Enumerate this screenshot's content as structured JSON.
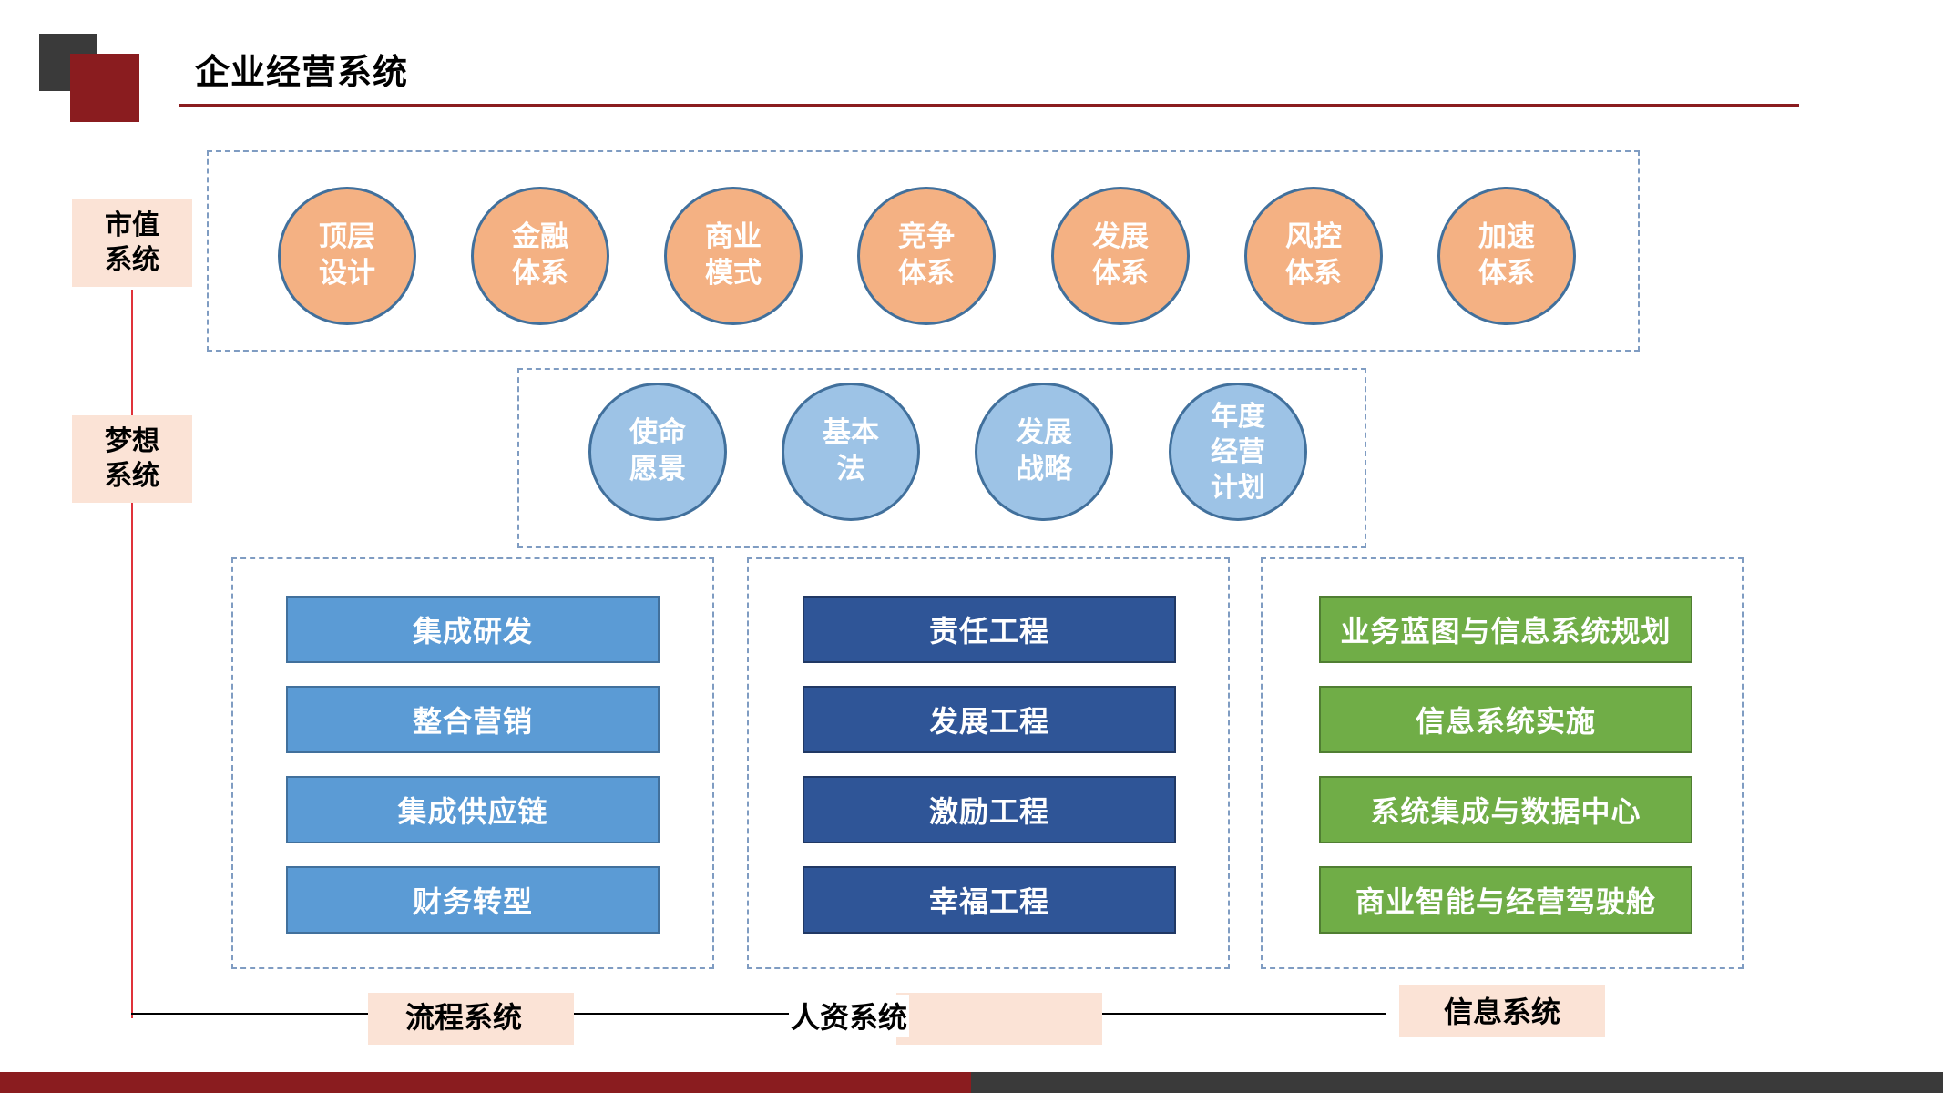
{
  "header": {
    "title": "企业经营系统"
  },
  "side_labels": {
    "market_value": "市值\n系统",
    "dream": "梦想\n系统"
  },
  "market_value_system": [
    {
      "label": "顶层\n设计"
    },
    {
      "label": "金融\n体系"
    },
    {
      "label": "商业\n模式"
    },
    {
      "label": "竞争\n体系"
    },
    {
      "label": "发展\n体系"
    },
    {
      "label": "风控\n体系"
    },
    {
      "label": "加速\n体系"
    }
  ],
  "dream_system": [
    {
      "label": "使命\n愿景"
    },
    {
      "label": "基本\n法"
    },
    {
      "label": "发展\n战略"
    },
    {
      "label": "年度\n经营\n计划"
    }
  ],
  "process_system": {
    "label": "流程系统",
    "items": [
      "集成研发",
      "整合营销",
      "集成供应链",
      "财务转型"
    ]
  },
  "hr_system": {
    "label": "人资系统",
    "items": [
      "责任工程",
      "发展工程",
      "激励工程",
      "幸福工程"
    ]
  },
  "info_system": {
    "label": "信息系统",
    "items": [
      "业务蓝图与信息系统规划",
      "信息系统实施",
      "系统集成与数据中心",
      "商业智能与经营驾驶舱"
    ]
  },
  "colors": {
    "brand_red": "#8a1c1f",
    "dark_gray": "#3a3a3a",
    "orange_circle": "#f4b183",
    "blue_circle": "#9dc3e6",
    "light_blue_bar": "#5b9bd5",
    "navy_bar": "#2f5597",
    "green_bar": "#70ad47",
    "label_bg": "#fbe3d6"
  }
}
